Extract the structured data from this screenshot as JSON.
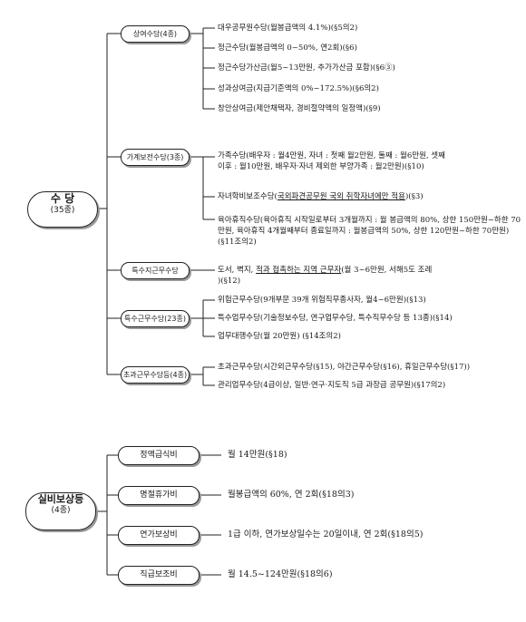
{
  "section1": {
    "root_title": "수 당",
    "root_sub": "(35종)",
    "categories": [
      {
        "label": "상여수당(4종)",
        "items": [
          {
            "text": "대우공무원수당(월봉급액의 4.1%)(§5의2)"
          },
          {
            "text": "정근수당(월봉급액의 0~50%, 연2회)(§6)"
          },
          {
            "text": "정근수당가산금(월5~13만원, 추가가산금 포함)(§6③)"
          },
          {
            "text": "성과상여금(지급기준액의 0%~172.5%)(§6의2)"
          },
          {
            "text": "창안상여금(제안채택자, 경비절약액의 일정액)(§9)"
          }
        ]
      },
      {
        "label": "가계보전수당(3종)",
        "items": [
          {
            "text": "가족수당(배우자 : 월4만원, 자녀 : 첫째 월2만원, 둘째 : 월6만원, 셋째\n이후 : 월10만원, 배우자·자녀 제외한 부양가족 : 월2만원)(§10)"
          },
          {
            "pre": "자녀학비보조수당(",
            "u": "국외파견공무원 국외 취학자녀에만 적용",
            "post": ")(§3)"
          },
          {
            "text": "육아휴직수당(육아휴직 시작일로부터 3개월까지 : 월 봉급액의 80%, 상한 150만원~하한 70만원, 육아휴직 4개월째부터 종료일까지 : 월봉급액의 50%, 상한 120만원~하한 70만원)(§11조의2)"
          }
        ]
      },
      {
        "label": "특수지근무수당",
        "items": [
          {
            "pre": "도서, 벽지, ",
            "u": "적과 접촉하는 지역 근무자",
            "post": "(월 3~6만원, 서해5도 조례\n)(§12)"
          }
        ]
      },
      {
        "label": "특수근무수당(23종)",
        "items": [
          {
            "text": "위험근무수당(9개부문 39개 위험직무종사자, 월4~6만원)(§13)"
          },
          {
            "text": "특수업무수당(기술정보수당, 연구업무수당, 특수직무수당 등 13종)(§14)"
          },
          {
            "text": "업무대행수당(월 20만원) (§14조의2)"
          }
        ]
      },
      {
        "label": "초과근무수당등(4종)",
        "items": [
          {
            "text": "초과근무수당(시간외근무수당(§15), 야간근무수당(§16), 휴일근무수당(§17))"
          },
          {
            "text": "관리업무수당(4급이상, 일반·연구·지도직 5급 과장급 공무원)(§17의2)"
          }
        ]
      }
    ]
  },
  "section2": {
    "root_title": "실비보상등",
    "root_sub": "(4종)",
    "items": [
      {
        "label": "정액급식비",
        "desc": "월 14만원(§18)"
      },
      {
        "label": "명절휴가비",
        "desc": "월봉급액의 60%, 연 2회(§18의3)"
      },
      {
        "label": "연가보상비",
        "desc": "1급 이하, 연가보상일수는 20일이내, 연 2회(§18의5)"
      },
      {
        "label": "직급보조비",
        "desc": "월 14.5~124만원(§18의6)"
      }
    ]
  }
}
